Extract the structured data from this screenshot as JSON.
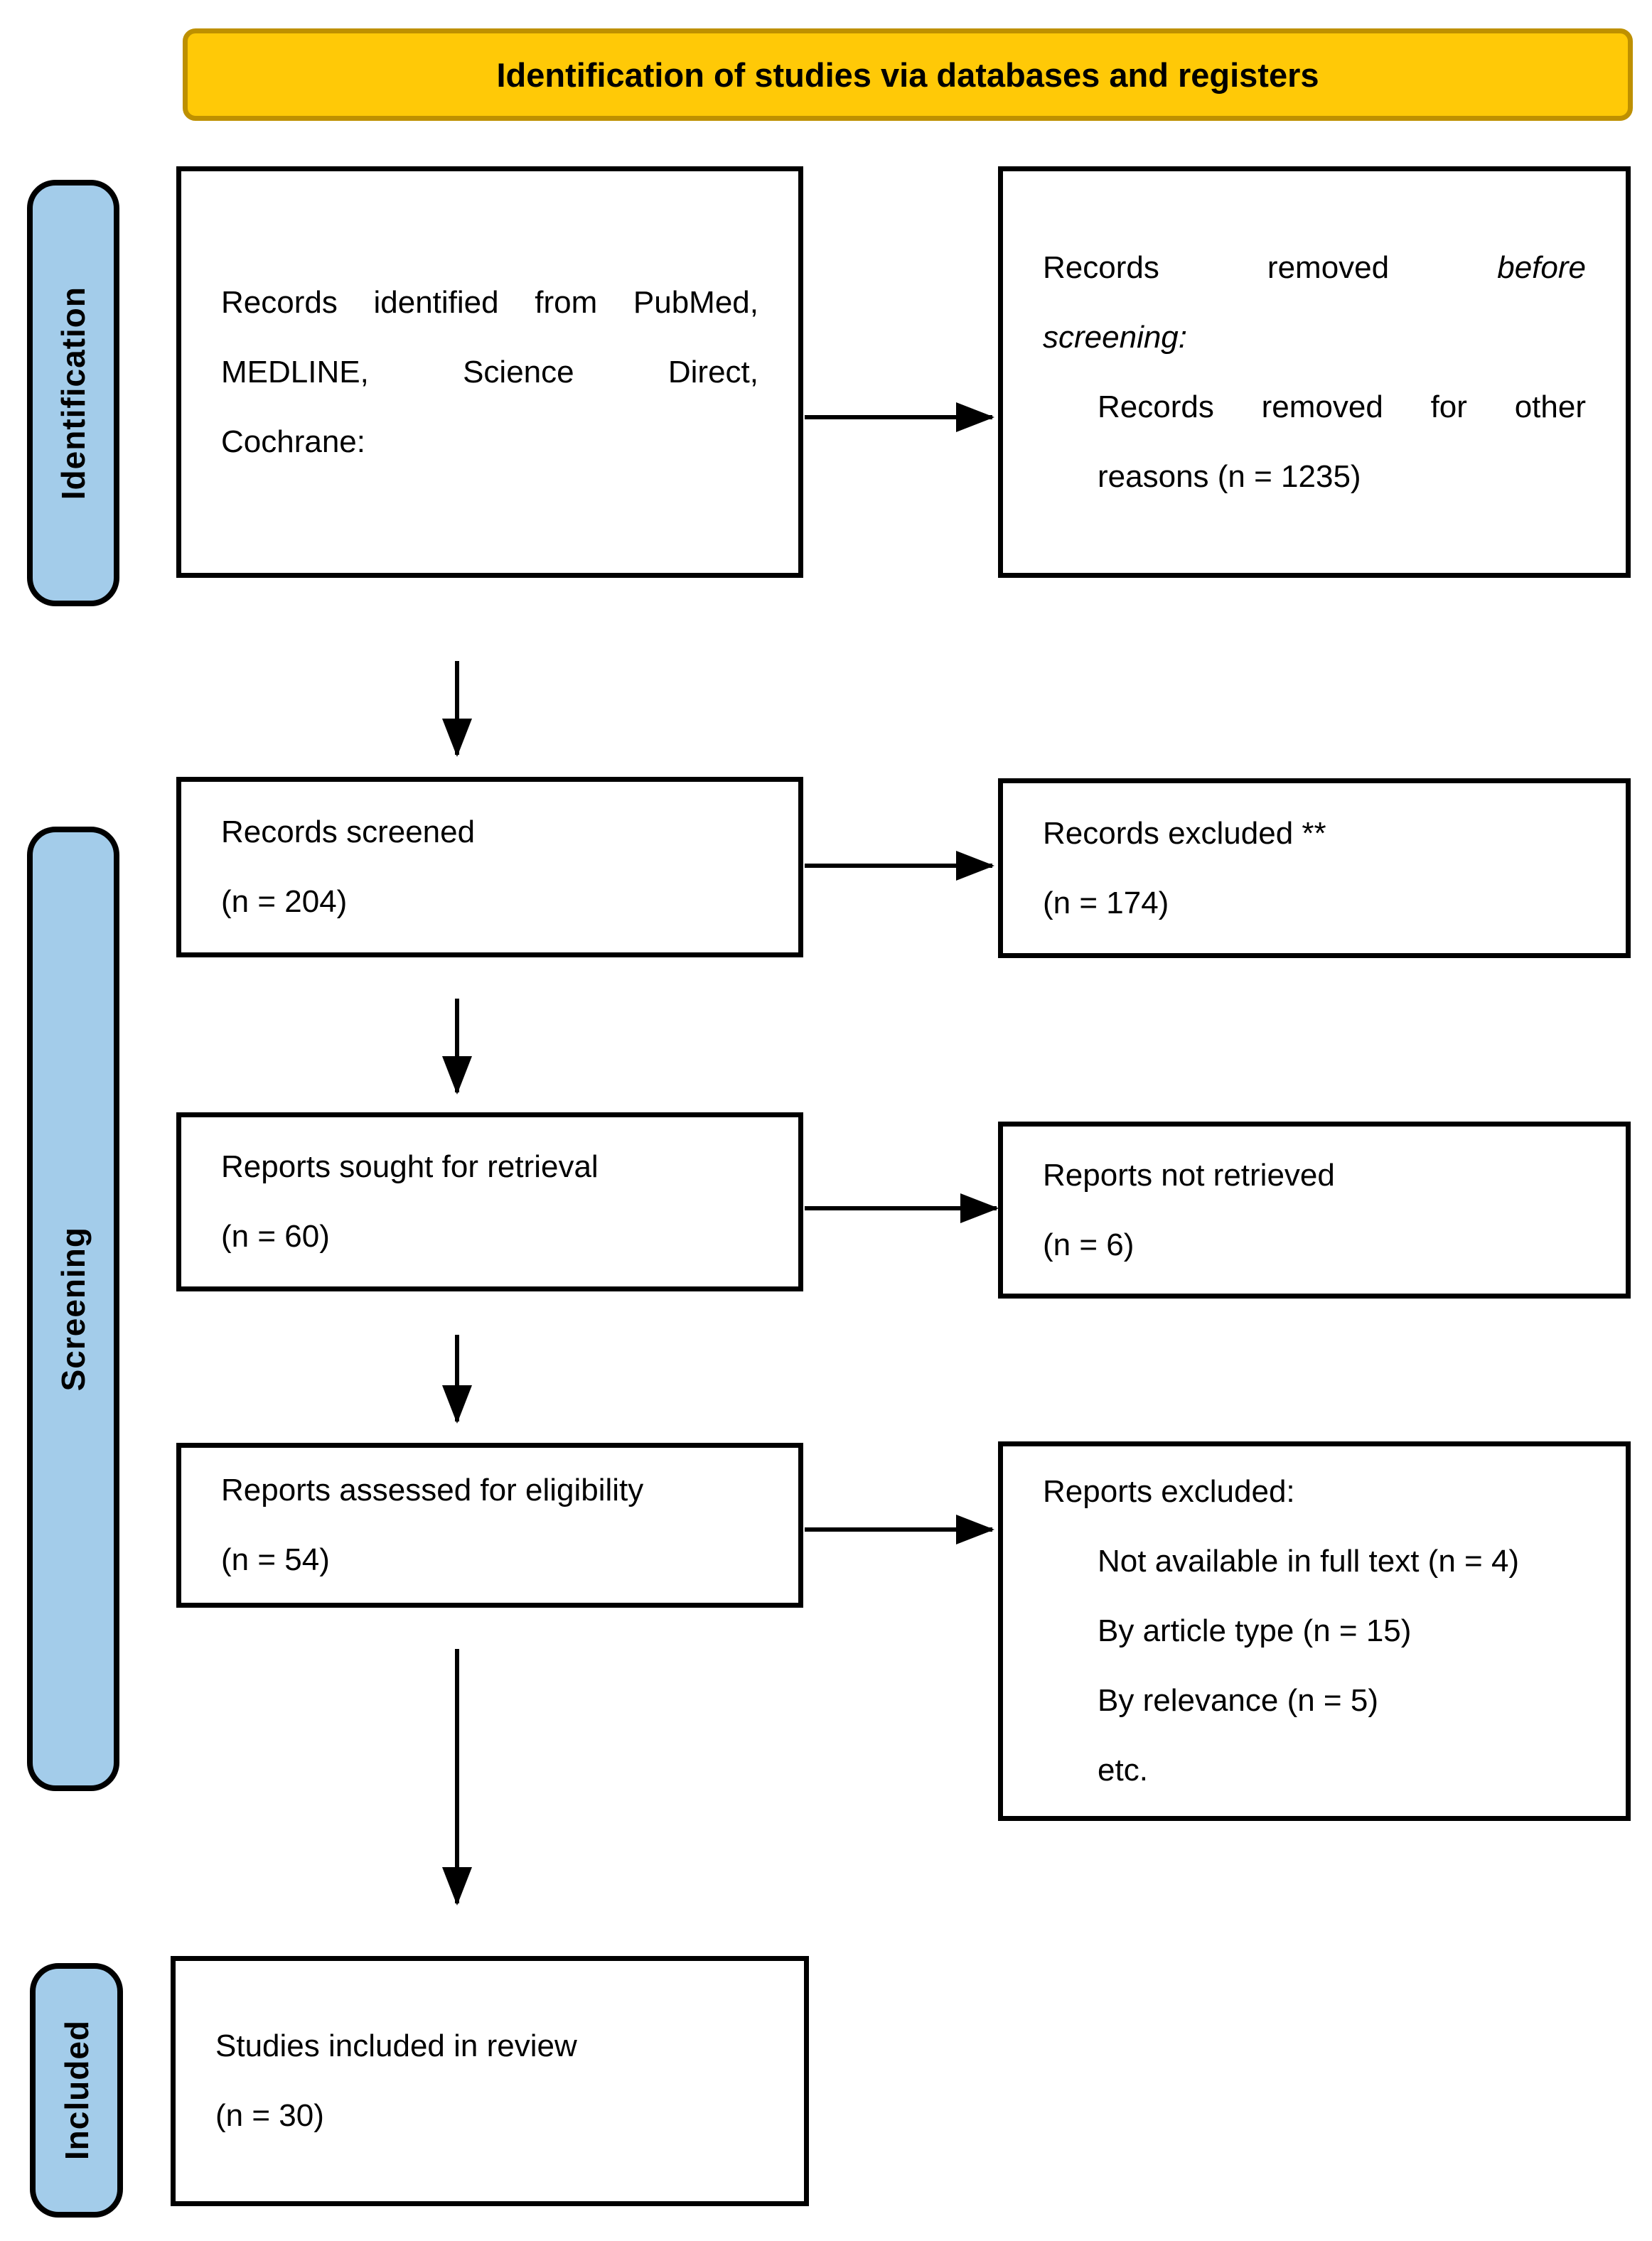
{
  "banner": {
    "title": "Identification of studies via databases and registers"
  },
  "sidebar": {
    "items": [
      {
        "label": "Identification"
      },
      {
        "label": "Screening"
      },
      {
        "label": "Included"
      }
    ]
  },
  "boxes": {
    "identified": {
      "l1": "Records identified from PubMed,",
      "l2": "MEDLINE, Science Direct,",
      "l3": "Cochrane:"
    },
    "removed": {
      "part_normal": "Records removed",
      "part_italic": "before",
      "line2_italic": "screening:",
      "sub1": "Records removed for other",
      "sub2": "reasons (n = 1235)"
    },
    "screened": {
      "l1": "Records screened",
      "l2": "(n = 204)"
    },
    "excluded": {
      "l1": "Records excluded **",
      "l2": "(n = 174)"
    },
    "sought": {
      "l1": "Reports sought for retrieval",
      "l2": "(n = 60)"
    },
    "not_retrieved": {
      "l1": "Reports not retrieved",
      "l2": "(n = 6)"
    },
    "assessed": {
      "l1": "Reports assessed for eligibility",
      "l2": "(n = 54)"
    },
    "reports_excluded": {
      "title": "Reports excluded:",
      "items": [
        "Not available in full text (n = 4)",
        "By article type (n = 15)",
        "By relevance (n = 5)",
        "etc."
      ]
    },
    "included": {
      "l1": "Studies included in review",
      "l2": "(n = 30)"
    }
  },
  "colors": {
    "banner_fill": "#FFC907",
    "banner_border": "#BE9000",
    "stage_fill": "#A3CCEA",
    "line_color": "#000000",
    "text_color": "#000000"
  }
}
